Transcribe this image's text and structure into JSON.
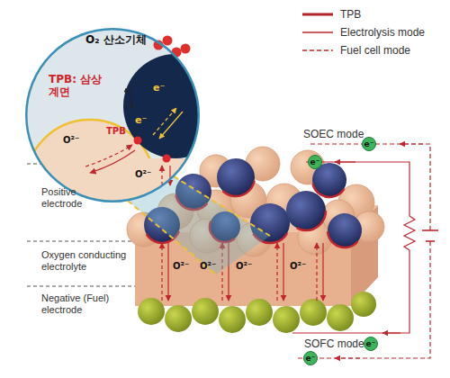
{
  "diagram": {
    "nodes": [
      {
        "text": [
          "O₂ 산소기체",
          "TPB: 삼상계면",
          "TPB",
          "e⁻",
          "e⁻",
          "O²⁻",
          "O²⁻"
        ]
      },
      {
        "text": [
          "e⁻"
        ]
      },
      {
        "text": [
          "e⁻"
        ]
      },
      {
        "text": [
          "e⁻"
        ]
      },
      {
        "text": [
          "e⁻"
        ]
      }
    ],
    "labels": [
      "Positive electrode",
      "Oxygen conducting electrolyte",
      "Negative (Fuel) electrode",
      "O²⁻",
      "O²⁻",
      "O²⁻",
      "O²⁻",
      "SOEC mode",
      "SOFC mode"
    ],
    "legend": [
      {
        "text": "TPB"
      },
      {
        "text": "Electrolysis mode"
      },
      {
        "text": "Fuel cell mode"
      }
    ]
  }
}
